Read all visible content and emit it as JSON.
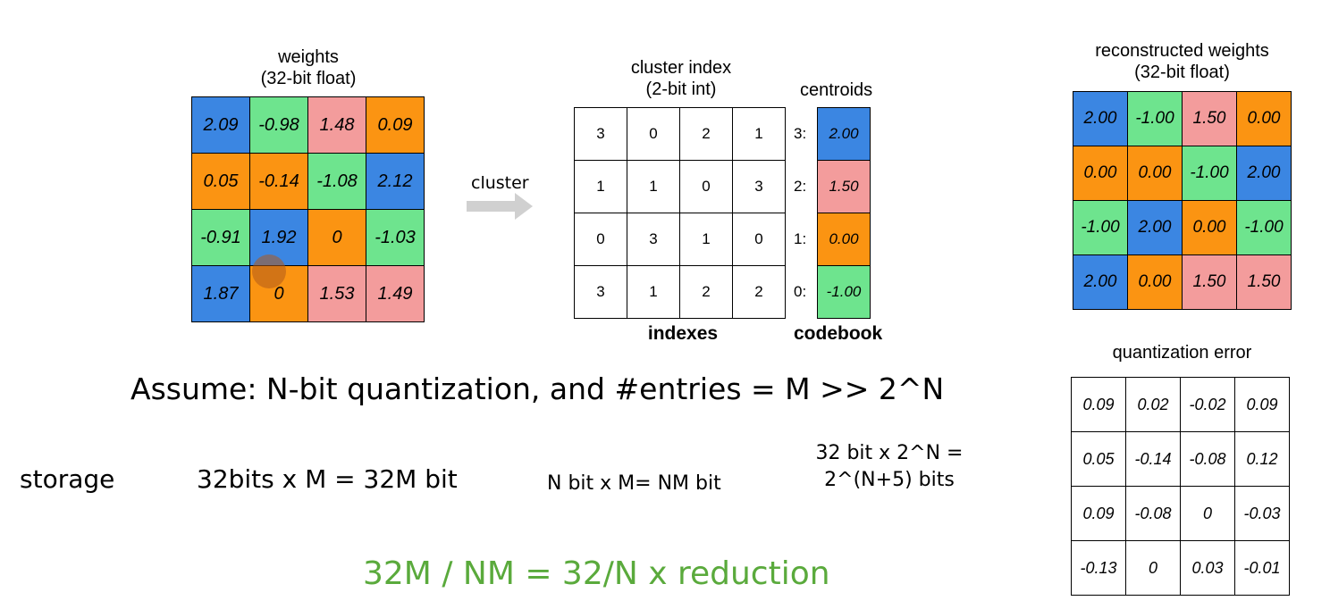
{
  "colors": {
    "blue": "#3b86e2",
    "green": "#6ee48e",
    "pink": "#f39c9c",
    "orange": "#fb9412",
    "accent_green": "#5aaa3c",
    "arrow": "#d0d0d0",
    "dot": "#b05a1a"
  },
  "weights": {
    "title": "weights",
    "subtitle": "(32-bit float)",
    "cells": [
      [
        {
          "v": "2.09",
          "c": "blue"
        },
        {
          "v": "-0.98",
          "c": "green"
        },
        {
          "v": "1.48",
          "c": "pink"
        },
        {
          "v": "0.09",
          "c": "orange"
        }
      ],
      [
        {
          "v": "0.05",
          "c": "orange"
        },
        {
          "v": "-0.14",
          "c": "orange"
        },
        {
          "v": "-1.08",
          "c": "green"
        },
        {
          "v": "2.12",
          "c": "blue"
        }
      ],
      [
        {
          "v": "-0.91",
          "c": "green"
        },
        {
          "v": "1.92",
          "c": "blue"
        },
        {
          "v": "0",
          "c": "orange"
        },
        {
          "v": "-1.03",
          "c": "green"
        }
      ],
      [
        {
          "v": "1.87",
          "c": "blue"
        },
        {
          "v": "0",
          "c": "orange"
        },
        {
          "v": "1.53",
          "c": "pink"
        },
        {
          "v": "1.49",
          "c": "pink"
        }
      ]
    ]
  },
  "arrow_label": "cluster",
  "index": {
    "title": "cluster index",
    "subtitle": "(2-bit int)",
    "caption": "indexes",
    "cells": [
      [
        "3",
        "0",
        "2",
        "1"
      ],
      [
        "1",
        "1",
        "0",
        "3"
      ],
      [
        "0",
        "3",
        "1",
        "0"
      ],
      [
        "3",
        "1",
        "2",
        "2"
      ]
    ]
  },
  "codebook": {
    "title": "centroids",
    "caption": "codebook",
    "entries": [
      {
        "label": "3:",
        "v": "2.00",
        "c": "blue"
      },
      {
        "label": "2:",
        "v": "1.50",
        "c": "pink"
      },
      {
        "label": "1:",
        "v": "0.00",
        "c": "orange"
      },
      {
        "label": "0:",
        "v": "-1.00",
        "c": "green"
      }
    ]
  },
  "reconstructed": {
    "title": "reconstructed weights",
    "subtitle": "(32-bit float)",
    "cells": [
      [
        {
          "v": "2.00",
          "c": "blue"
        },
        {
          "v": "-1.00",
          "c": "green"
        },
        {
          "v": "1.50",
          "c": "pink"
        },
        {
          "v": "0.00",
          "c": "orange"
        }
      ],
      [
        {
          "v": "0.00",
          "c": "orange"
        },
        {
          "v": "0.00",
          "c": "orange"
        },
        {
          "v": "-1.00",
          "c": "green"
        },
        {
          "v": "2.00",
          "c": "blue"
        }
      ],
      [
        {
          "v": "-1.00",
          "c": "green"
        },
        {
          "v": "2.00",
          "c": "blue"
        },
        {
          "v": "0.00",
          "c": "orange"
        },
        {
          "v": "-1.00",
          "c": "green"
        }
      ],
      [
        {
          "v": "2.00",
          "c": "blue"
        },
        {
          "v": "0.00",
          "c": "orange"
        },
        {
          "v": "1.50",
          "c": "pink"
        },
        {
          "v": "1.50",
          "c": "pink"
        }
      ]
    ]
  },
  "qerror": {
    "title": "quantization error",
    "cells": [
      [
        "0.09",
        "0.02",
        "-0.02",
        "0.09"
      ],
      [
        "0.05",
        "-0.14",
        "-0.08",
        "0.12"
      ],
      [
        "0.09",
        "-0.08",
        "0",
        "-0.03"
      ],
      [
        "-0.13",
        "0",
        "0.03",
        "-0.01"
      ]
    ]
  },
  "text": {
    "assume": "Assume: N-bit quantization, and #entries = M >> 2^N",
    "storage": "storage",
    "s1": "32bits x M = 32M bit",
    "s2": "N bit x M= NM bit",
    "s3a": "32 bit x 2^N =",
    "s3b": "2^(N+5) bits",
    "reduction": "32M / NM = 32/N x reduction"
  }
}
